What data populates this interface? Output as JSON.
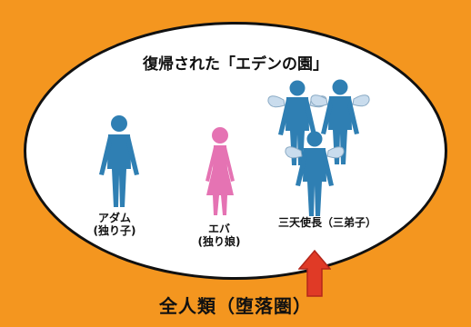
{
  "title": "復帰された「エデンの園」",
  "figures": {
    "adam": {
      "line1": "アダム",
      "line2": "(独り子)"
    },
    "eve": {
      "line1": "エバ",
      "line2": "(独り娘)"
    },
    "archangels": {
      "label": "三天使長（三弟子）"
    }
  },
  "bottom_label": "全人類（堕落圏）",
  "colors": {
    "background": "#f4961f",
    "ellipse_fill": "#ffffff",
    "male_figure": "#2f7fb3",
    "female_figure": "#e573b3",
    "wings": "#c9dced",
    "arrow_fill": "#e03a26"
  }
}
